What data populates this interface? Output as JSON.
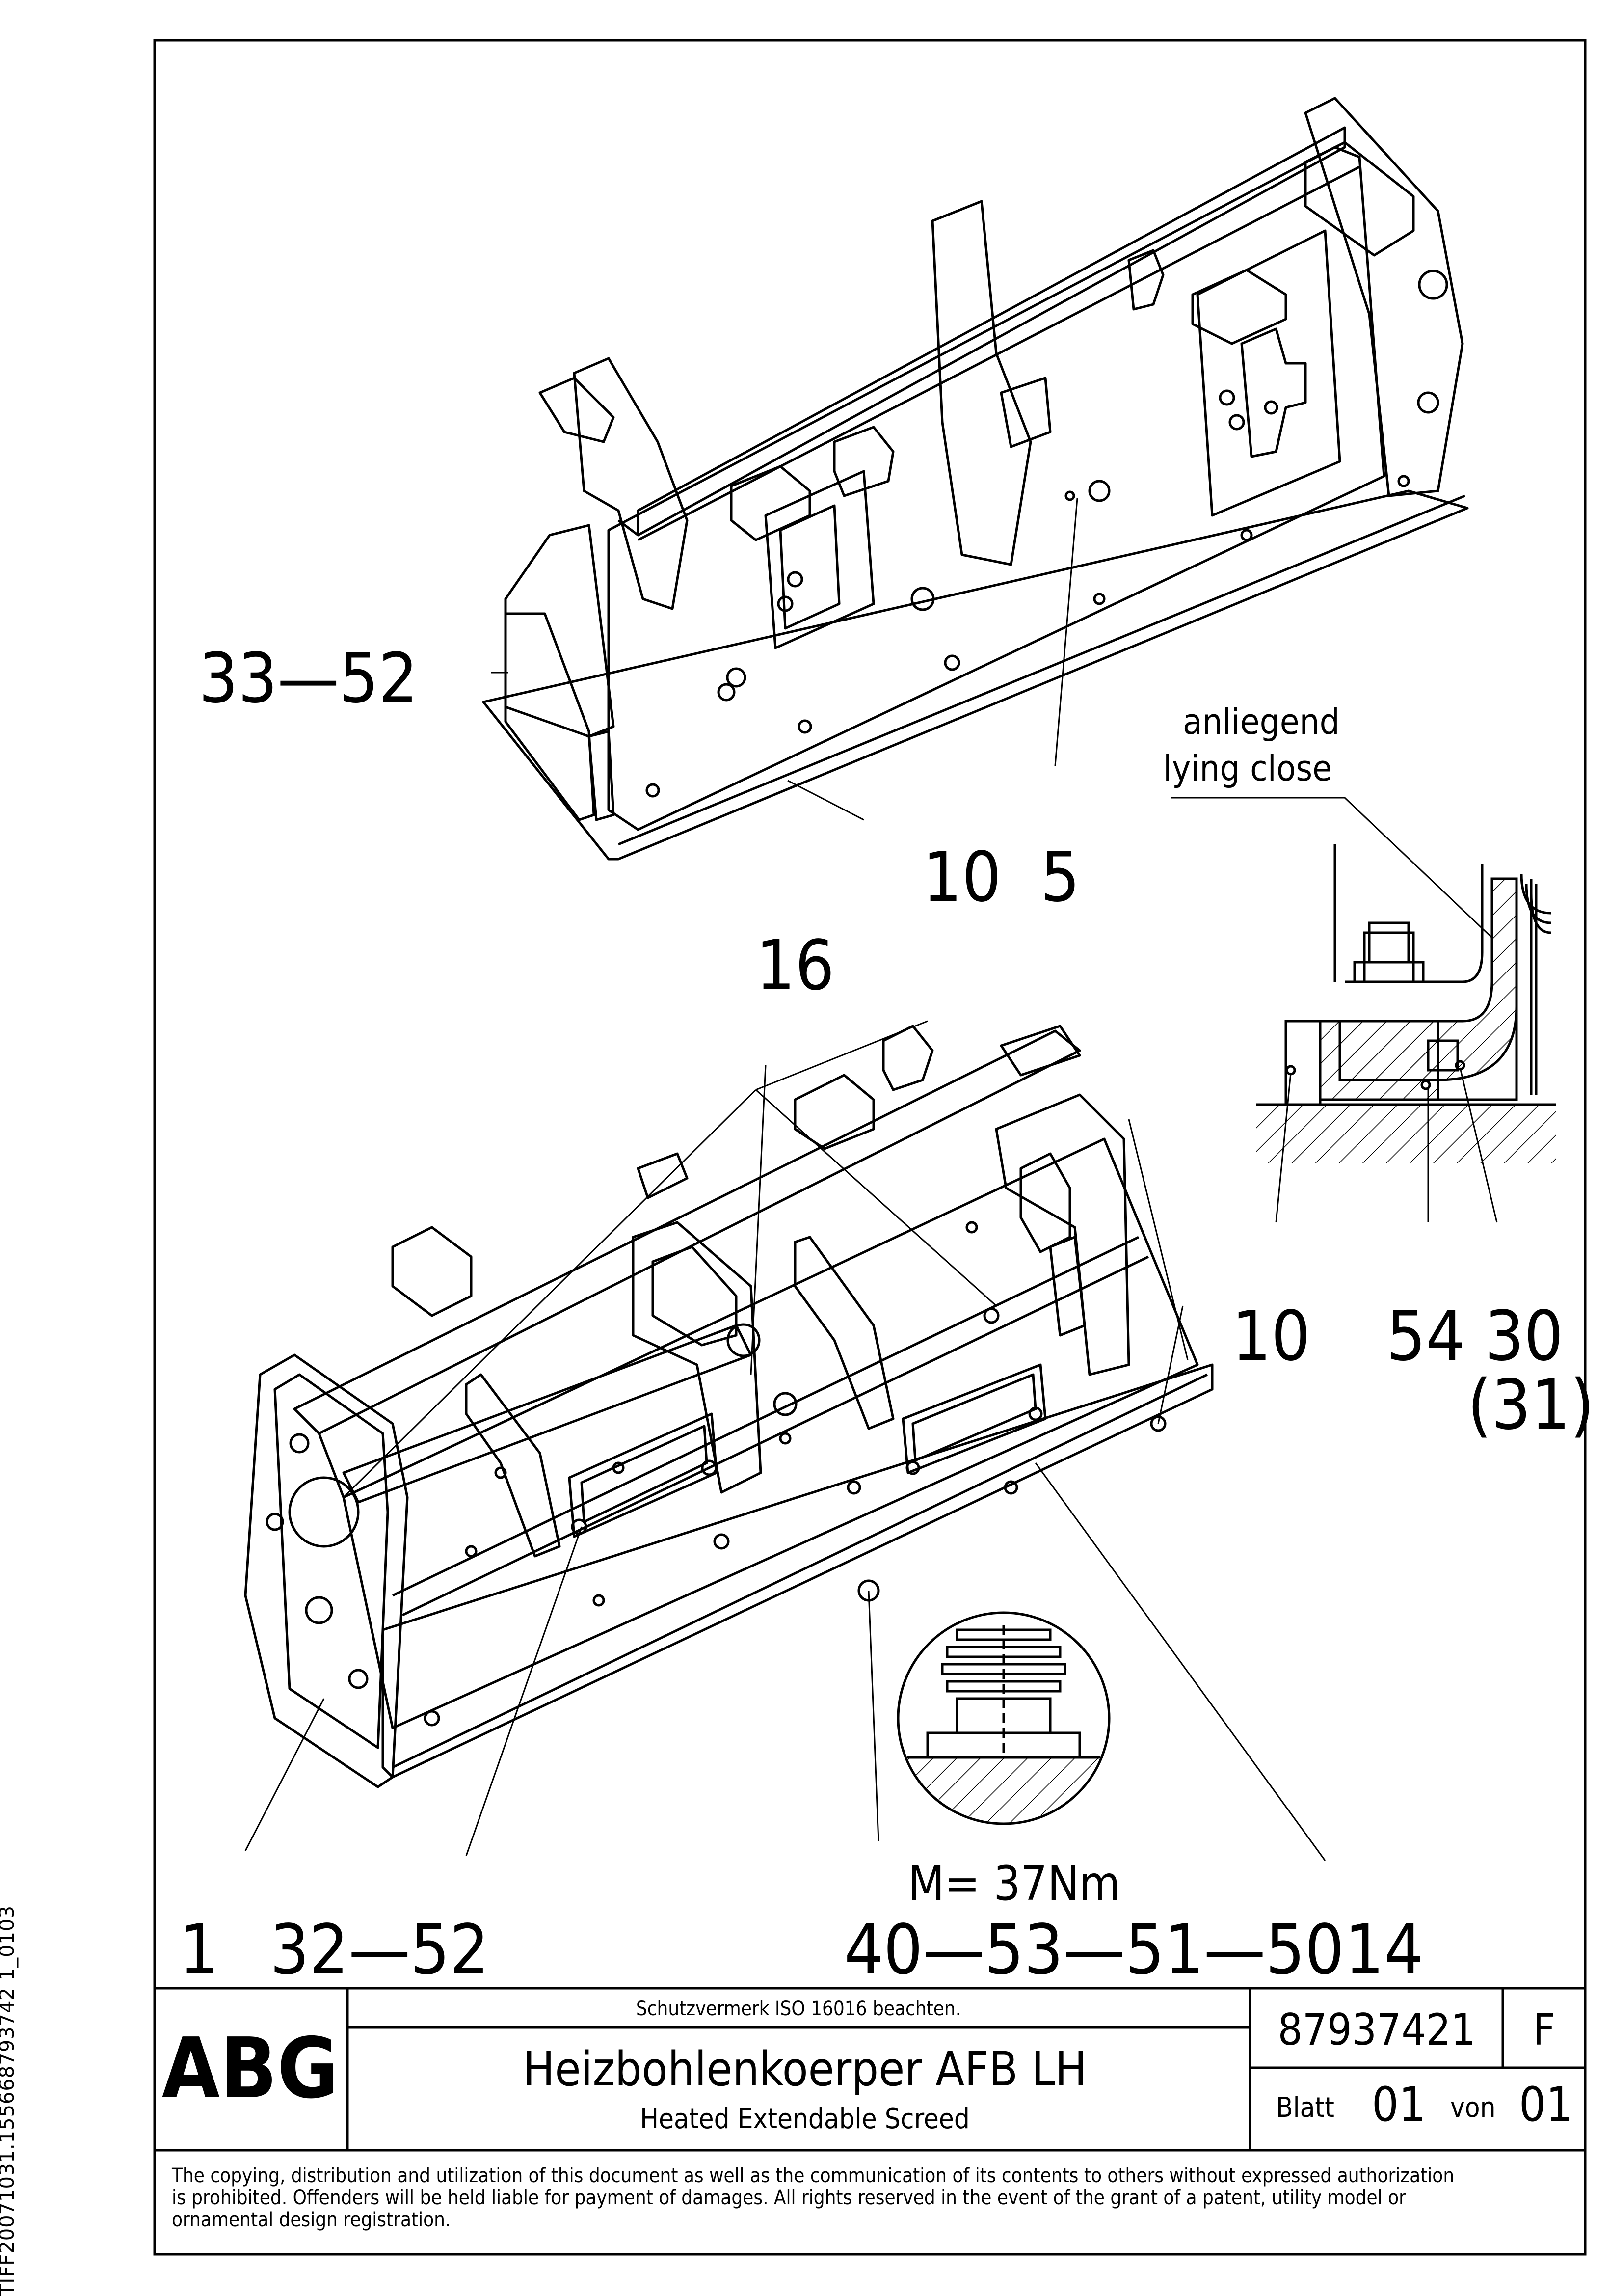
{
  "callouts": {
    "c_33_52": "33—52",
    "c_10_5": "10  5",
    "c_16": "16",
    "c_anliegend": "anliegend",
    "c_lying_close": "lying close",
    "c_10_detail": "10",
    "c_54_30": "54 30",
    "c_31": "(31)",
    "c_torque": "M= 37Nm",
    "c_1": "1",
    "c_32_52": "32—52",
    "c_40_53_51_50": "40—53—51—50",
    "c_14": "14"
  },
  "title_block": {
    "logo": "ABG",
    "protection_note": "Schutzvermerk ISO 16016 beachten.",
    "title_de": "Heizbohlenkoerper AFB LH",
    "title_en": "Heated Extendable Screed",
    "drawing_number": "87937421",
    "revision": "F",
    "sheet_label": "Blatt",
    "sheet_number": "01",
    "of_label": "von",
    "sheet_total": "01",
    "copyright": [
      "The copying, distribution and utilization of this document as well as the communication of its contents to others without expressed authorization",
      "is prohibited. Offenders will be held liable for payment of damages. All rights reserved in the event of the grant of a patent, utility model or",
      "ornamental design registration."
    ]
  },
  "side_code": "TIFF20071031.155668793742 1_0103"
}
